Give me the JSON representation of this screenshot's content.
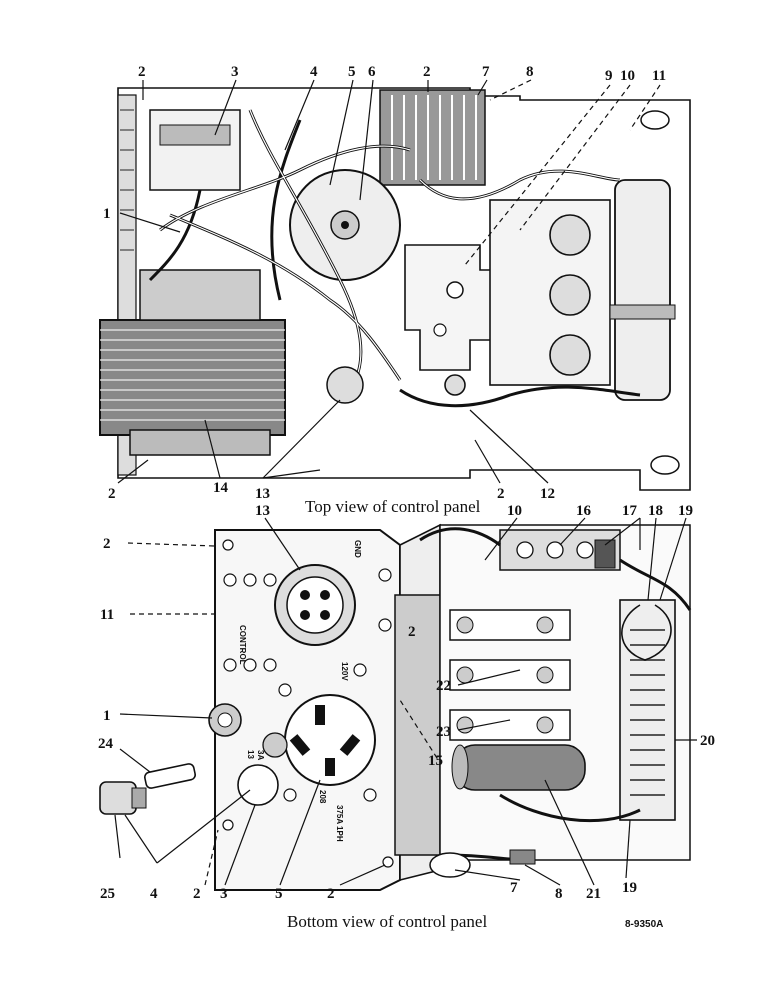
{
  "top_view": {
    "caption": "Top view of control panel",
    "callouts": [
      "1",
      "2",
      "2",
      "2",
      "2",
      "3",
      "5",
      "6",
      "7",
      "8",
      "9",
      "10",
      "11",
      "12",
      "13",
      "14"
    ]
  },
  "bottom_view": {
    "caption": "Bottom view of control panel",
    "callouts": [
      "1",
      "2",
      "2",
      "2",
      "2",
      "3",
      "4",
      "5",
      "7",
      "8",
      "10",
      "11",
      "13",
      "15",
      "16",
      "17",
      "18",
      "19",
      "19",
      "20",
      "21",
      "22",
      "23",
      "24",
      "25"
    ]
  },
  "figure_code": "8-9350A",
  "panel_stamps": {
    "control": "CONTROL",
    "gnd": "GND",
    "v120": "120V",
    "a3": "3A",
    "amp13": "13",
    "rating": "375A 1PH",
    "spec": "208"
  }
}
